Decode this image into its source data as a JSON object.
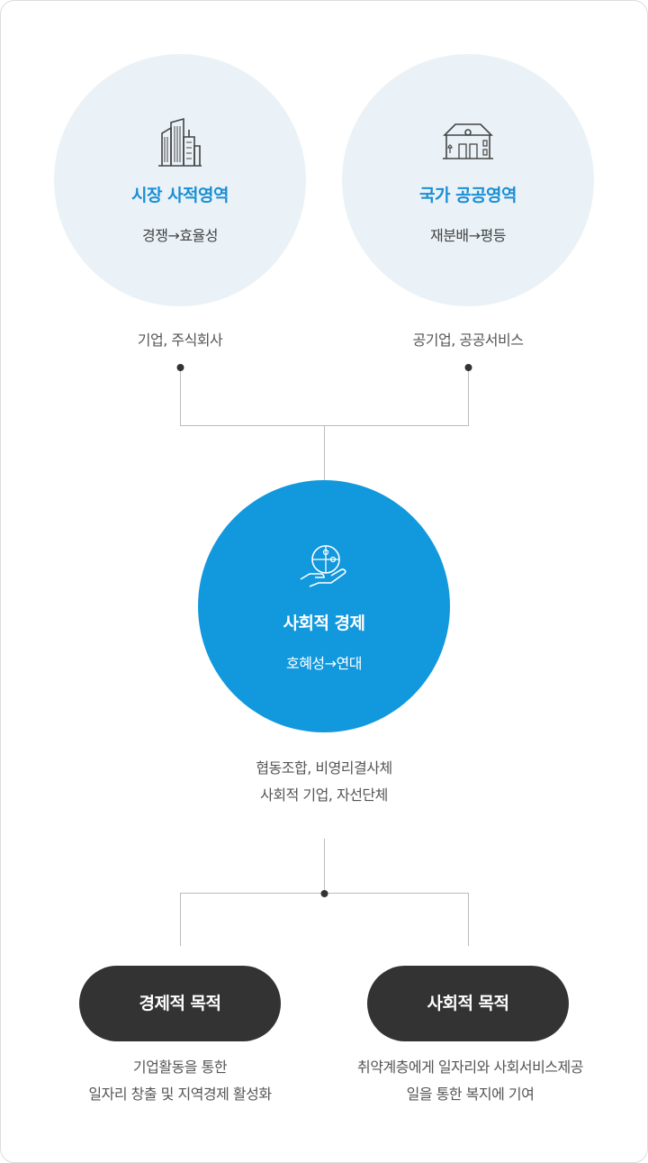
{
  "market": {
    "title": "시장 사적영역",
    "subtitle": "경쟁→효율성",
    "caption": "기업, 주식회사",
    "icon": "buildings-icon"
  },
  "public": {
    "title": "국가 공공영역",
    "subtitle": "재분배→평등",
    "caption": "공기업, 공공서비스",
    "icon": "house-icon"
  },
  "social": {
    "title": "사회적 경제",
    "subtitle": "호혜성→연대",
    "caption_line1": "협동조합, 비영리결사체",
    "caption_line2": "사회적 기업, 자선단체",
    "icon": "puzzle-hand-icon"
  },
  "economic_goal": {
    "label": "경제적 목적",
    "caption_line1": "기업활동을 통한",
    "caption_line2": "일자리 창출 및 지역경제 활성화"
  },
  "social_goal": {
    "label": "사회적 목적",
    "caption_line1": "취약계층에게 일자리와 사회서비스제공",
    "caption_line2": "일을 통한 복지에 기여"
  },
  "colors": {
    "accent_blue": "#1298dd",
    "title_blue": "#1a8fd4",
    "light_circle": "#eaf2f7",
    "pill_dark": "#333333"
  }
}
